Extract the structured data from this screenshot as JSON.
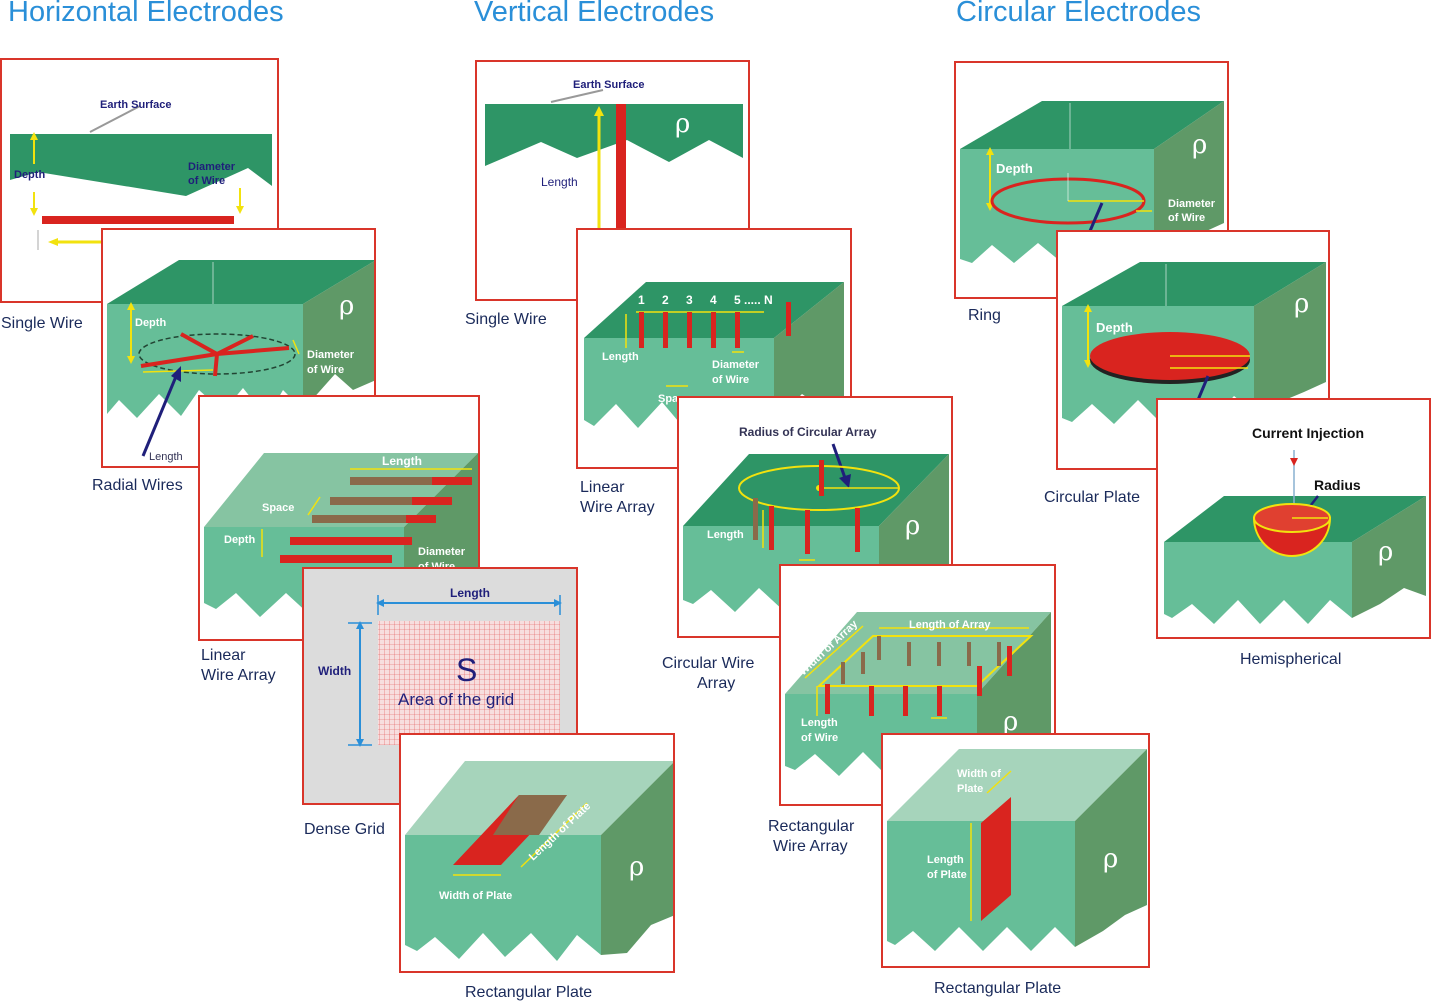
{
  "headings": {
    "horizontal": "Horizontal Electrodes",
    "vertical": "Vertical Electrodes",
    "circular": "Circular Electrodes"
  },
  "colors": {
    "heading": "#2a8fd8",
    "panel_border": "#d9352a",
    "earth_top": "#2e9566",
    "earth_front": "#66be98",
    "earth_side": "#5f9967",
    "electrode": "#d9241f",
    "dimension": "#f2e20e",
    "pointer": "#1f1f7a"
  },
  "rho": "ρ",
  "captions": {
    "h_single_wire": "Single Wire",
    "h_radial_wires": "Radial Wires",
    "h_linear_array_1": "Linear",
    "h_linear_array_2": "Wire Array",
    "h_dense_grid": "Dense Grid",
    "h_rect_plate": "Rectangular Plate",
    "v_single_wire": "Single Wire",
    "v_linear_array_1": "Linear",
    "v_linear_array_2": "Wire Array",
    "v_circular_array_1": "Circular Wire",
    "v_circular_array_2": "Array",
    "v_rect_array_1": "Rectangular",
    "v_rect_array_2": "Wire Array",
    "v_rect_plate": "Rectangular Plate",
    "c_ring": "Ring",
    "c_circular_plate": "Circular Plate",
    "c_hemispherical": "Hemispherical"
  },
  "labels": {
    "earth_surface": "Earth Surface",
    "depth": "Depth",
    "diameter_of": "Diameter",
    "of_wire": "of Wire",
    "length": "Length",
    "space": "Space",
    "width": "Width",
    "grid_symbol": "S",
    "grid_area": "Area of the grid",
    "width_of_plate": "Width of Plate",
    "length_of_plate": "Length of Plate",
    "numbers": [
      "1",
      "2",
      "3",
      "4",
      "5 ..... N"
    ],
    "radius_circular_array": "Radius of Circular Array",
    "length_of_array": "Length of Array",
    "width_of_array": "Width of Array",
    "length_of": "Length",
    "of_wire_2": "of Wire",
    "width_of": "Width of",
    "plate": "Plate",
    "of_plate": "of Plate",
    "current_injection": "Current Injection",
    "radius": "Radius"
  }
}
